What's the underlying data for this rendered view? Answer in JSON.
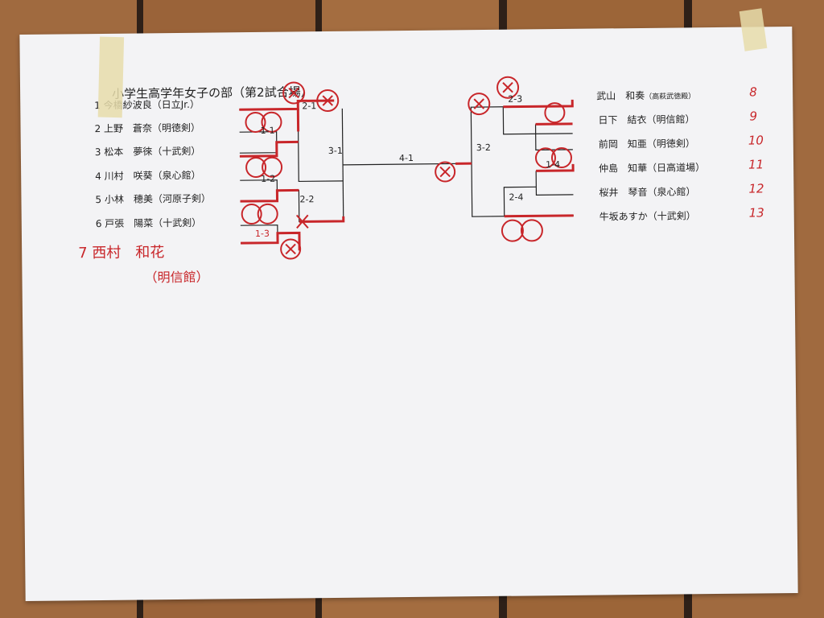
{
  "title": "小学生高学年女子の部（第2試合場）",
  "left_entries": [
    "1 今橋紗波良（日立Jr.）",
    "2 上野　蒼奈（明徳剣）",
    "3 松本　夢徠（十武剣）",
    "4 川村　咲葵（泉心館）",
    "5 小林　穂美（河原子剣）",
    "6 戸張　陽菜（十武剣）"
  ],
  "right_entries": [
    "武山　和奏",
    "日下　結衣（明信館）",
    "前岡　知亜（明徳剣）",
    "仲島　知華（日高道場）",
    "桜井　琴音（泉心館）",
    "牛坂あすか（十武剣）"
  ],
  "right_entry_small": "（高萩武徳殿）",
  "right_numbers": [
    "8",
    "9",
    "10",
    "11",
    "12",
    "13"
  ],
  "matches": [
    "1-1",
    "1-2",
    "2-1",
    "2-2",
    "3-1",
    "4-1",
    "3-2",
    "2-3",
    "2-4",
    "1-4",
    "1-3"
  ],
  "handwritten": {
    "entry7_name": "7 西村　和花",
    "entry7_club": "（明信館）",
    "match_1_3": "1-3"
  },
  "colors": {
    "ink": "#222222",
    "red": "#c8262a",
    "paper": "#f3f3f5"
  }
}
